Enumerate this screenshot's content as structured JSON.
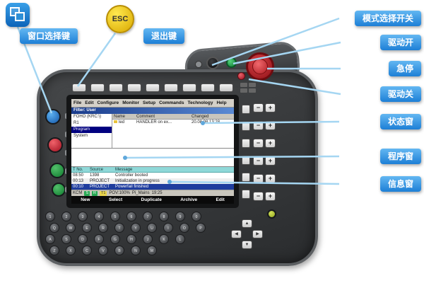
{
  "callouts": {
    "window_select": "窗口选择键",
    "escape": "退出键",
    "mode_switch": "模式选择开关",
    "drive_on": "驱动开",
    "estop": "急停",
    "drive_off": "驱动关",
    "status_window": "状态窗",
    "program_window": "程序窗",
    "message_window": "信息窗"
  },
  "esc_button": "ESC",
  "pendant": {
    "menu": [
      "File",
      "Edit",
      "Configure",
      "Monitor",
      "Setup",
      "Commands",
      "Technology",
      "Help"
    ],
    "file_window": {
      "title": "Filter: User",
      "tree": [
        "FOHO (KRC:\\)",
        "R1",
        "Program",
        "System"
      ],
      "columns": [
        "Name",
        "Comment",
        "Changed"
      ],
      "row": {
        "name": "led",
        "comment": "HANDLER on ex...",
        "changed": "20.08.98 13:28"
      }
    },
    "message_window": {
      "columns": [
        "T No.",
        "Source",
        "Message"
      ],
      "rows": [
        {
          "no": "08:50",
          "source": "1398",
          "message": "Controller booted"
        },
        {
          "no": "00:13",
          "source": "PROJECT",
          "message": "Initialization in progress"
        },
        {
          "no": "00:10",
          "source": "PROJECT",
          "message": "Powerfail finished"
        }
      ]
    },
    "status_bar": {
      "left": "KCM",
      "s": "S",
      "r": "R",
      "mode": "T1",
      "pov": "POV:100%",
      "program": "Pi_Mains",
      "time": "19:25"
    },
    "softkeys": [
      "New",
      "Select",
      "Duplicate",
      "Archive",
      "Edit"
    ],
    "jog_labels": {
      "plus": "+",
      "minus": "−"
    },
    "keyboard_rows": [
      "1234567890",
      "QWERTYUIOP",
      "ASDFGHJKL",
      "ZXCVBNM"
    ]
  }
}
